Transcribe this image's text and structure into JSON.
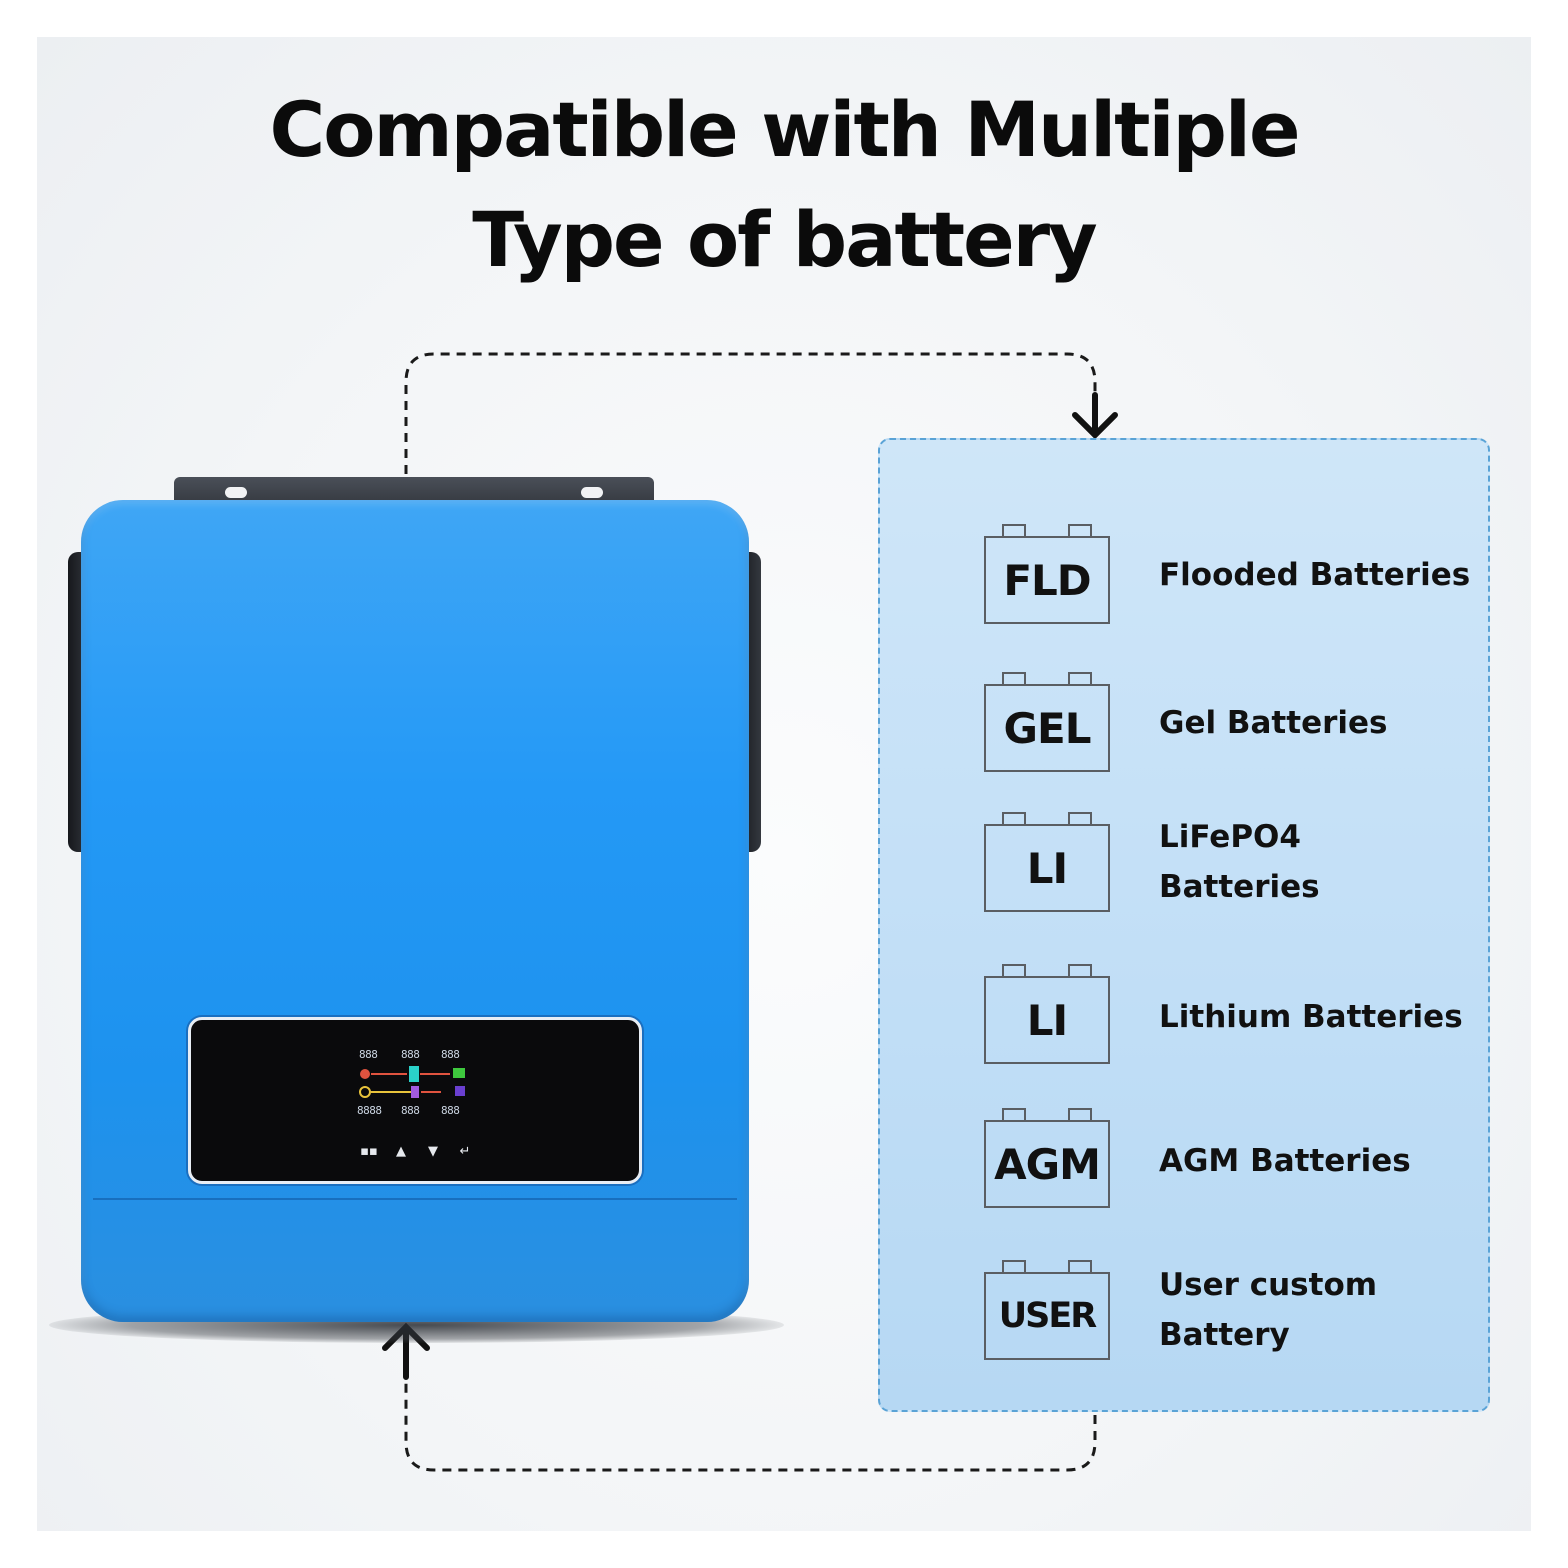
{
  "headline": {
    "line1": "Compatible with Multiple",
    "line2": "Type of battery"
  },
  "inverter": {
    "lcd": {
      "readouts": [
        "888",
        "888",
        "888",
        "8888",
        "888",
        "888"
      ],
      "keys": [
        {
          "name": "menu-key",
          "glyph": "▪▪"
        },
        {
          "name": "up-key",
          "glyph": "▲"
        },
        {
          "name": "down-key",
          "glyph": "▼"
        },
        {
          "name": "enter-key",
          "glyph": "↵"
        }
      ]
    }
  },
  "batteries": [
    {
      "code": "FLD",
      "label": "Flooded Batteries"
    },
    {
      "code": "GEL",
      "label": "Gel Batteries"
    },
    {
      "code": "LI",
      "label": "LiFePO4 Batteries"
    },
    {
      "code": "LI",
      "label": "Lithium Batteries"
    },
    {
      "code": "AGM",
      "label": "AGM Batteries"
    },
    {
      "code": "USER",
      "label": "User custom Battery"
    }
  ],
  "colors": {
    "inverter_blue": "#2499f6",
    "panel_fill": "#c4e0f7",
    "panel_border": "#5aa3d6",
    "text": "#111111"
  }
}
